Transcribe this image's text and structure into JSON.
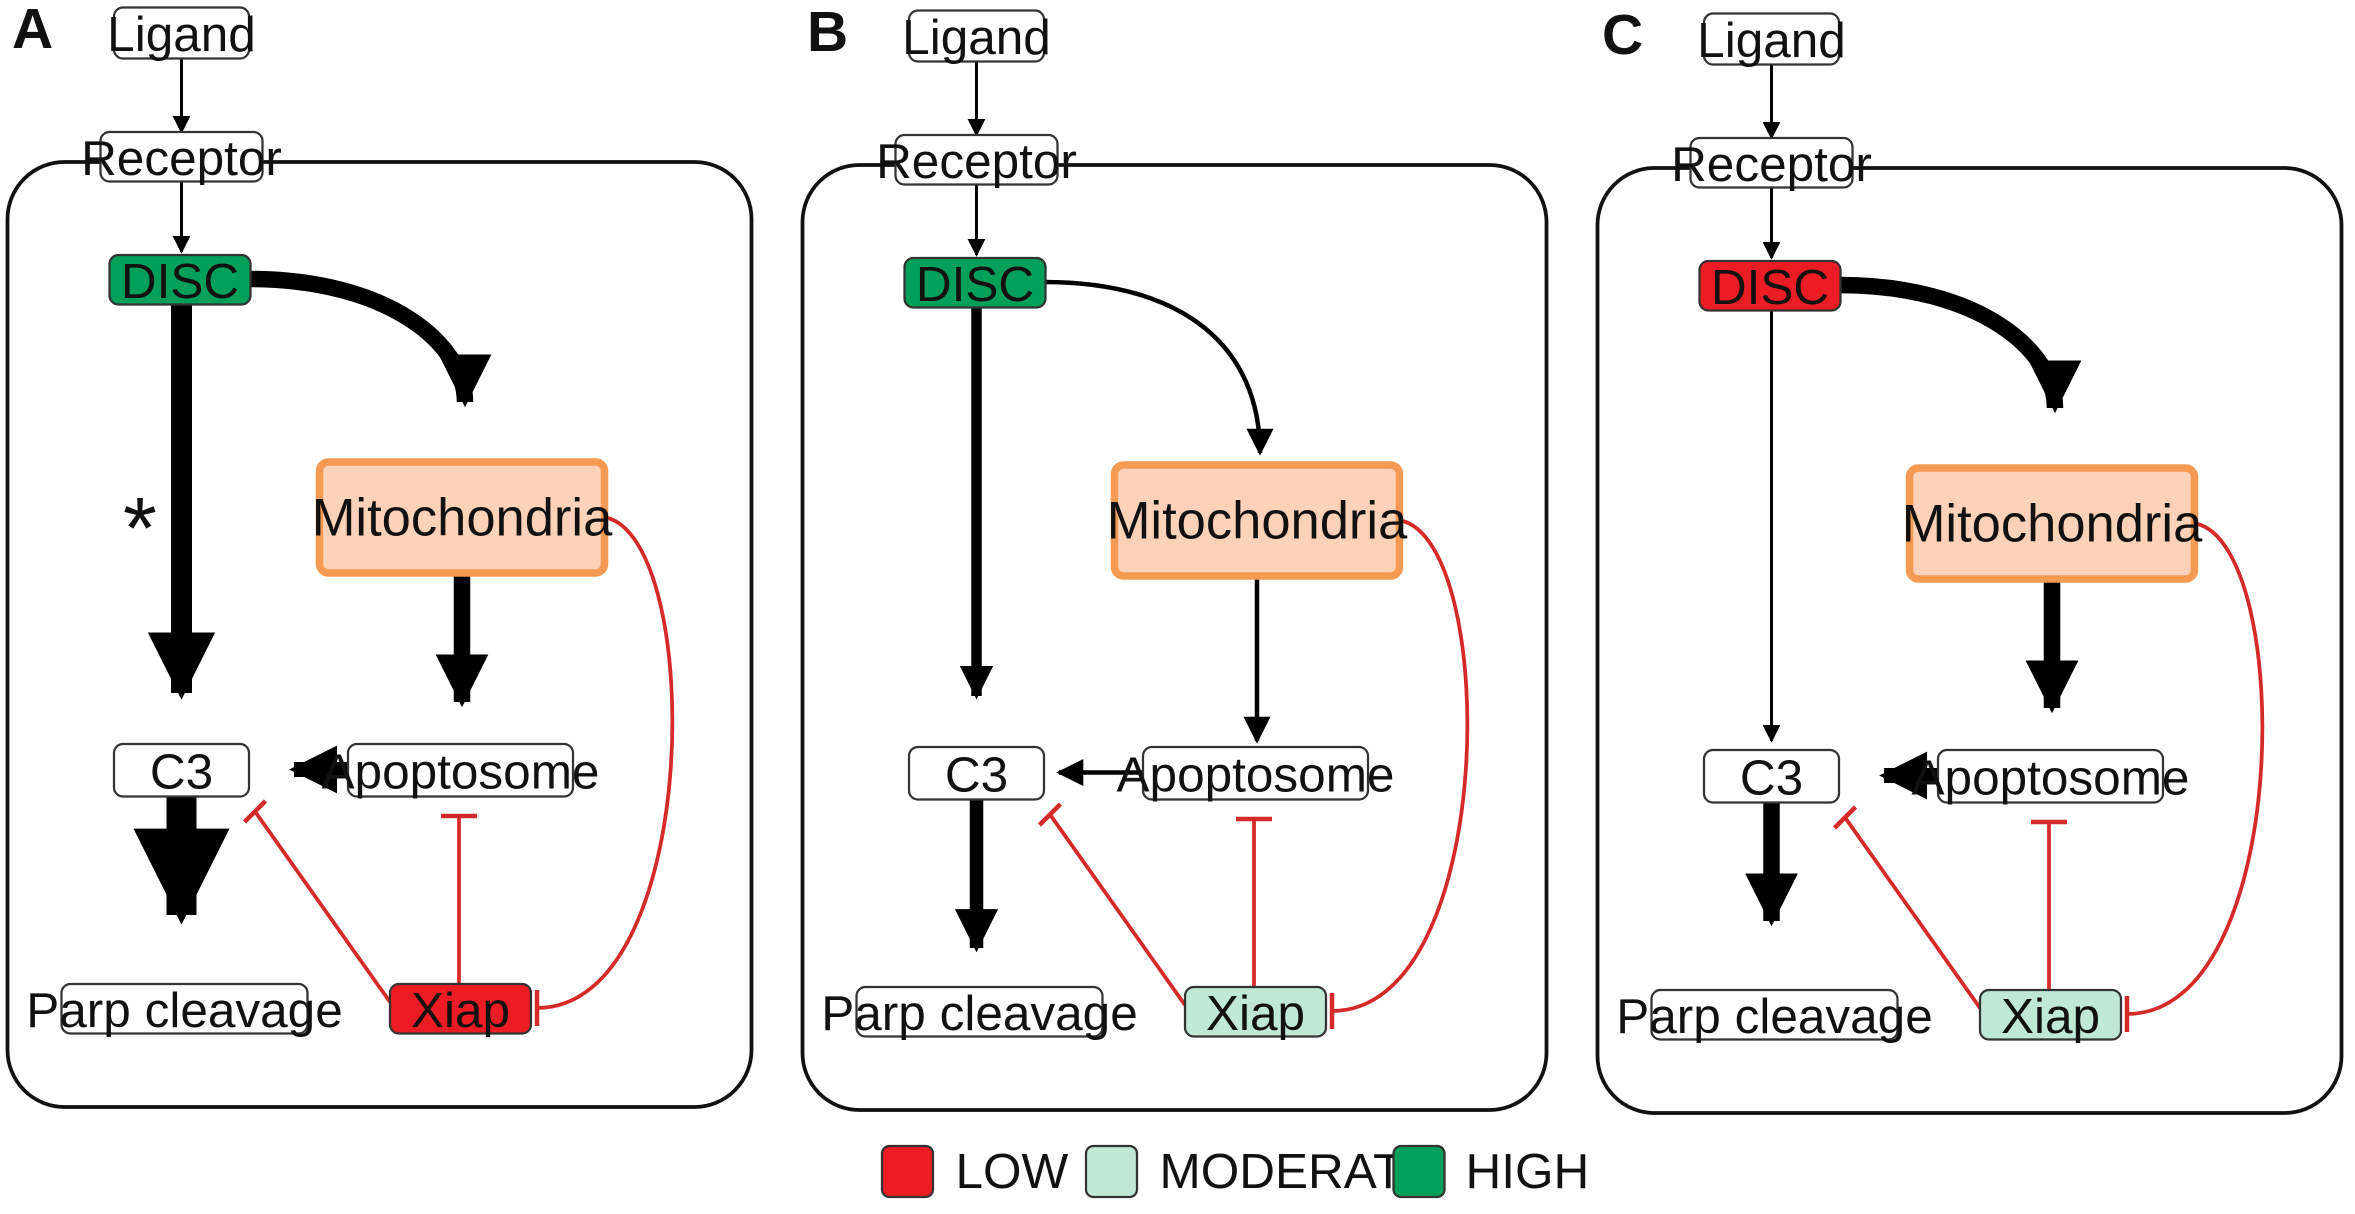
{
  "panels": [
    {
      "letter": "A",
      "annotation": "*",
      "nodes": {
        "ligand": "Ligand",
        "receptor": "Receptor",
        "disc": "DISC",
        "mitochondria": "Mitochondria",
        "c3": "C3",
        "apoptosome": "Apoptosome",
        "parp": "Parp cleavage",
        "xiap": "Xiap"
      },
      "levels": {
        "disc": "high",
        "xiap": "low"
      }
    },
    {
      "letter": "B",
      "annotation": "",
      "nodes": {
        "ligand": "Ligand",
        "receptor": "Receptor",
        "disc": "DISC",
        "mitochondria": "Mitochondria",
        "c3": "C3",
        "apoptosome": "Apoptosome",
        "parp": "Parp cleavage",
        "xiap": "Xiap"
      },
      "levels": {
        "disc": "high",
        "xiap": "moderate"
      }
    },
    {
      "letter": "C",
      "annotation": "",
      "nodes": {
        "ligand": "Ligand",
        "receptor": "Receptor",
        "disc": "DISC",
        "mitochondria": "Mitochondria",
        "c3": "C3",
        "apoptosome": "Apoptosome",
        "parp": "Parp cleavage",
        "xiap": "Xiap"
      },
      "levels": {
        "disc": "low",
        "xiap": "moderate"
      }
    }
  ],
  "legend": {
    "low": "LOW",
    "moderate": "MODERATE",
    "high": "HIGH"
  },
  "colors": {
    "low": "#ec1c24",
    "moderate": "#bfe8d7",
    "high": "#00a05a",
    "mitochondria_fill": "#fdd2b8",
    "mitochondria_border": "#f59a52",
    "inhibition": "#d42a2a",
    "arrow": "#000000"
  }
}
